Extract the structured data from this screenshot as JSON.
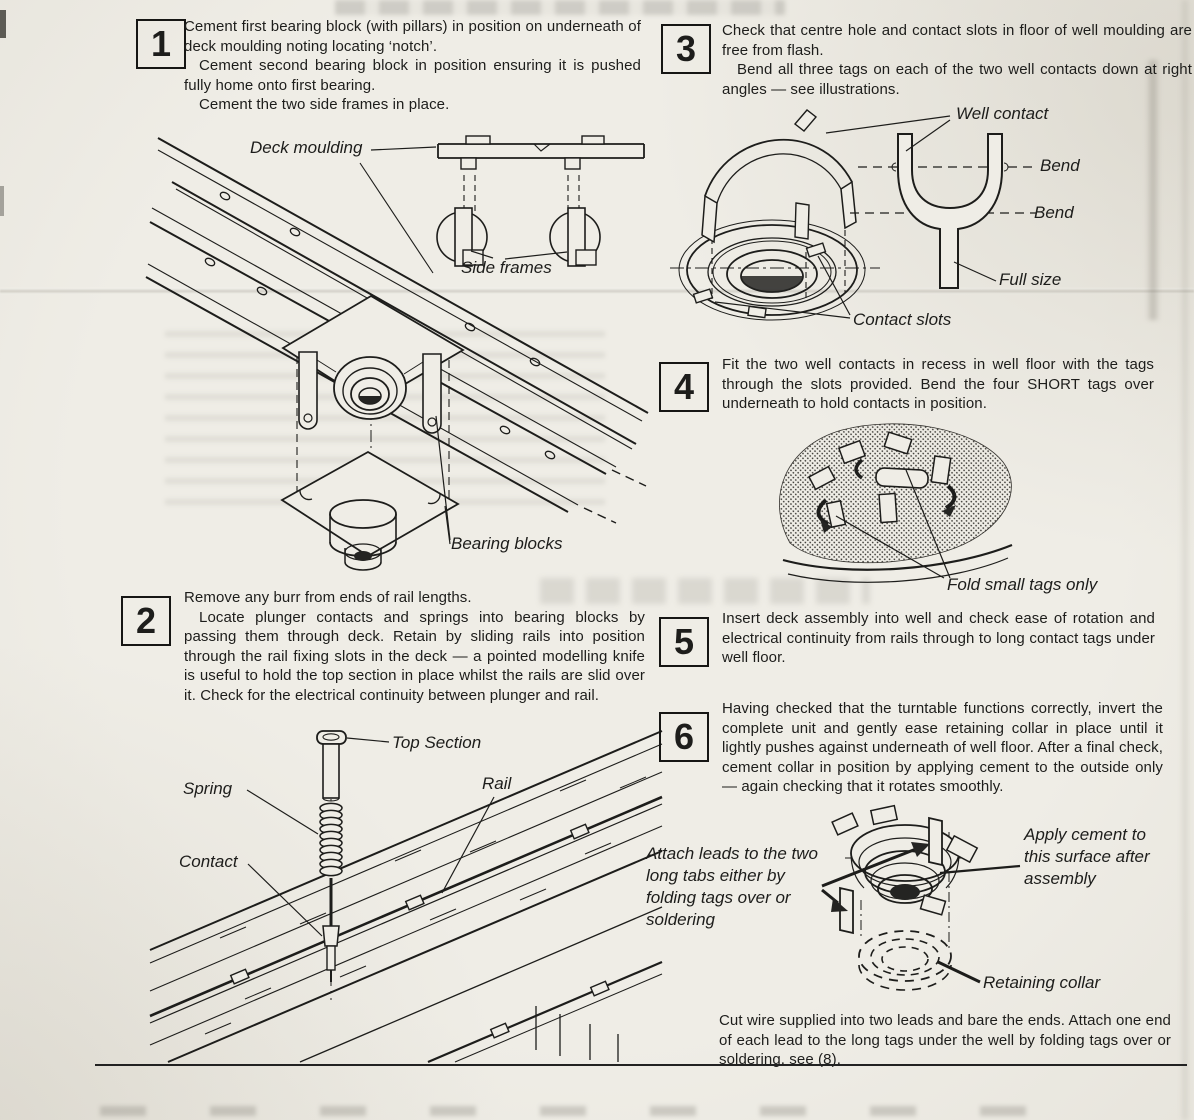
{
  "colors": {
    "paper": "#efede6",
    "ink": "#1d1d1b"
  },
  "steps": [
    {
      "number": "1",
      "paragraphs": [
        "Cement first bearing block (with pillars) in position on underneath of deck moulding noting locating ‘notch’.",
        "Cement second bearing block in position ensuring it is pushed fully home onto first bearing.",
        "Cement the two side frames in place."
      ]
    },
    {
      "number": "2",
      "paragraphs": [
        "Remove any burr from ends of rail lengths.",
        "Locate plunger contacts and springs into bearing blocks by passing them through deck. Retain by sliding rails into position through the rail fixing slots in the deck — a pointed modelling knife is useful to hold the top section in place whilst the rails are slid over it. Check for the electrical continuity between plunger and rail."
      ]
    },
    {
      "number": "3",
      "paragraphs": [
        "Check that centre hole and contact slots in floor of well moulding are free from flash.",
        "Bend all three tags on each of the two well contacts down at right angles — see illustrations."
      ]
    },
    {
      "number": "4",
      "paragraphs": [
        "Fit the two well contacts in recess in well floor with the tags through the slots provided. Bend the four SHORT tags over underneath to hold contacts in position."
      ]
    },
    {
      "number": "5",
      "paragraphs": [
        "Insert deck assembly into well and check ease of rotation and electrical continuity from rails through to long contact tags under well floor."
      ]
    },
    {
      "number": "6",
      "paragraphs": [
        "Having checked that the turntable functions correctly, invert the complete unit and gently ease retaining collar in place until it lightly pushes against underneath of well floor. After a final check, cement collar in position by applying cement to the outside only — again checking that it rotates smoothly."
      ]
    }
  ],
  "callouts": {
    "deck_moulding": "Deck moulding",
    "side_frames": "Side frames",
    "bearing_blocks": "Bearing blocks",
    "well_contact": "Well contact",
    "bend_upper": "Bend",
    "bend_lower": "Bend",
    "full_size": "Full size",
    "contact_slots": "Contact slots",
    "fold_small_tags": "Fold small tags only",
    "top_section": "Top Section",
    "spring": "Spring",
    "rail": "Rail",
    "contact": "Contact",
    "attach_leads": "Attach leads to the two long tabs either by folding tags over or soldering",
    "apply_cement": "Apply cement to this surface after assembly",
    "retaining_collar": "Retaining collar"
  },
  "footer": {
    "note": "Cut wire supplied into two leads and bare the ends. Attach one end of each lead to the long tags under the well by folding tags over or soldering, see (8)."
  }
}
